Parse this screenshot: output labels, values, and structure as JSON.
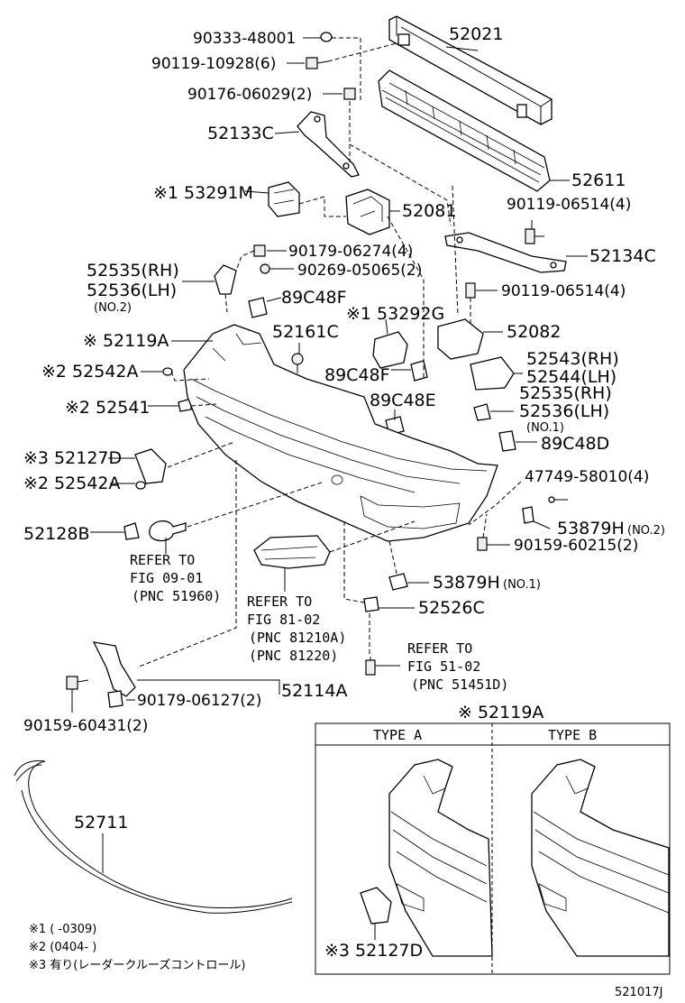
{
  "labels": {
    "p90333": "90333-48001",
    "p90119a": "90119-10928(6)",
    "p90176": "90176-06029(2)",
    "p52021": "52021",
    "p52133c": "52133C",
    "p52611": "52611",
    "p53291m": "※1 53291M",
    "p52081": "52081",
    "p90119b": "90119-06514(4)",
    "p90179a": "90179-06274(4)",
    "p52134c": "52134C",
    "p52535rh": "52535(RH)",
    "p90269": "90269-05065(2)",
    "p52536lh": "52536(LH)",
    "p_no2": "(NO.2)",
    "p90119c": "90119-06514(4)",
    "p89c48f": "89C48F",
    "p53292g": "※1 53292G",
    "p52161c": "52161C",
    "p52082": "52082",
    "p52119a": "※ 52119A",
    "p52543rh": "52543(RH)",
    "p52544lh": "52544(LH)",
    "p52542a1": "※2 52542A",
    "p89c48f2": "89C48F",
    "p52535rh2": "52535(RH)",
    "p52536lh2": "52536(LH)",
    "p_no1": "(NO.1)",
    "p52541": "※2 52541",
    "p89c48e": "89C48E",
    "p52127d": "※3 52127D",
    "p89c48d": "89C48D",
    "p52542a2": "※2 52542A",
    "p47749": "47749-58010(4)",
    "p53879h2": "53879H",
    "p53879h2n": "(NO.2)",
    "p52128b": "52128B",
    "p90159a": "90159-60215(2)",
    "ref1": [
      "REFER TO",
      "FIG 09-01",
      "(PNC 51960)"
    ],
    "p53879h1": "53879H",
    "p53879h1n": "(NO.1)",
    "ref2": [
      "REFER TO",
      "FIG 81-02",
      "(PNC 81210A)",
      "(PNC 81220)"
    ],
    "p52526c": "52526C",
    "ref3": [
      "REFER TO",
      "FIG 51-02",
      "(PNC 51451D)"
    ],
    "p90179b": "90179-06127(2)",
    "p52114a": "52114A",
    "p90159b": "90159-60431(2)",
    "inset_title": "※ 52119A",
    "type_a": "TYPE A",
    "type_b": "TYPE B",
    "p52711": "52711",
    "inset_52127d": "※3 52127D",
    "note1": "※1 (     -0309)",
    "note2": "※2 (0404-     )",
    "note3": "※3 有り(レーダークルーズコントロール)",
    "fig_id": "521017J"
  }
}
